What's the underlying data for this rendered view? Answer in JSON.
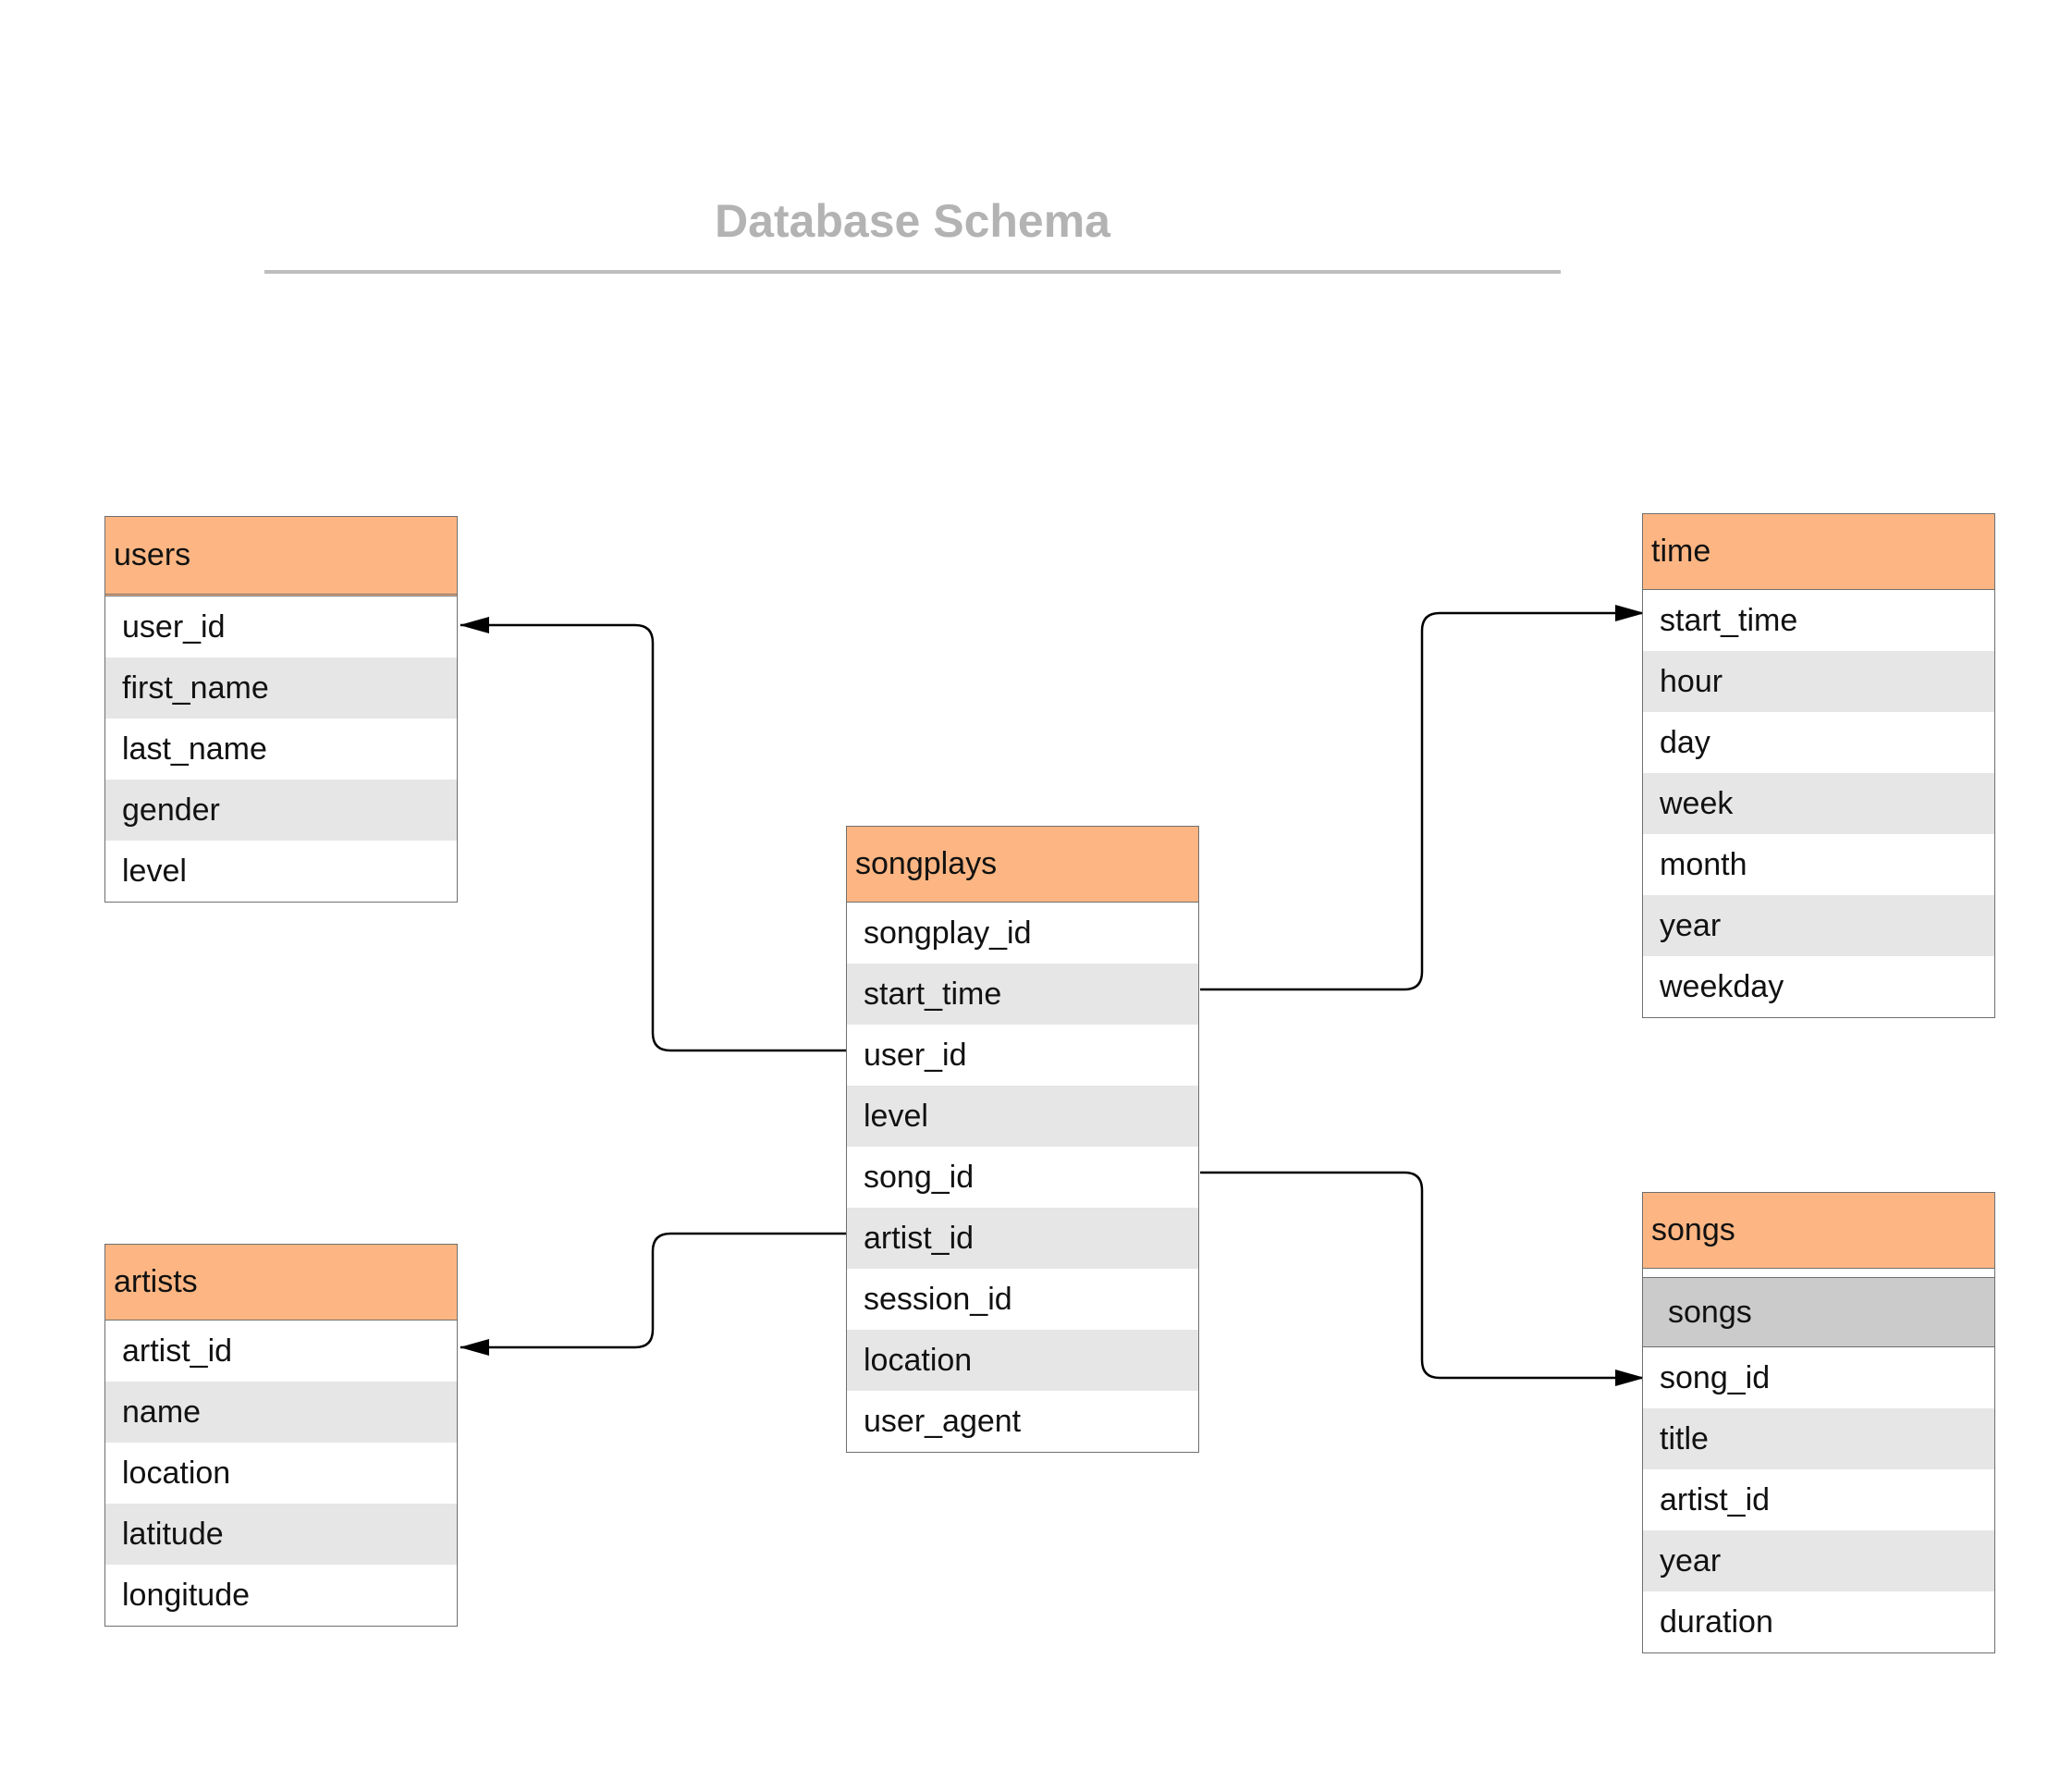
{
  "title": "Database Schema",
  "tables": {
    "users": {
      "name": "users",
      "columns": [
        "user_id",
        "first_name",
        "last_name",
        "gender",
        "level"
      ]
    },
    "artists": {
      "name": "artists",
      "columns": [
        "artist_id",
        "name",
        "location",
        "latitude",
        "longitude"
      ]
    },
    "songplays": {
      "name": "songplays",
      "columns": [
        "songplay_id",
        "start_time",
        "user_id",
        "level",
        "song_id",
        "artist_id",
        "session_id",
        "location",
        "user_agent"
      ]
    },
    "time": {
      "name": "time",
      "columns": [
        "start_time",
        "hour",
        "day",
        "week",
        "month",
        "year",
        "weekday"
      ]
    },
    "songs": {
      "name": "songs",
      "subheader": "songs",
      "columns": [
        "song_id",
        "title",
        "artist_id",
        "year",
        "duration"
      ]
    }
  },
  "relationships": [
    {
      "from": "songplays.user_id",
      "to": "users.user_id"
    },
    {
      "from": "songplays.artist_id",
      "to": "artists.artist_id"
    },
    {
      "from": "songplays.start_time",
      "to": "time.start_time"
    },
    {
      "from": "songplays.song_id",
      "to": "songs.song_id"
    }
  ],
  "colors": {
    "header": "#fdb683",
    "row_alt": "#e6e6e6",
    "title": "#b3b3b3",
    "border": "#6f6f6f",
    "subheader": "#cbcbcb"
  }
}
